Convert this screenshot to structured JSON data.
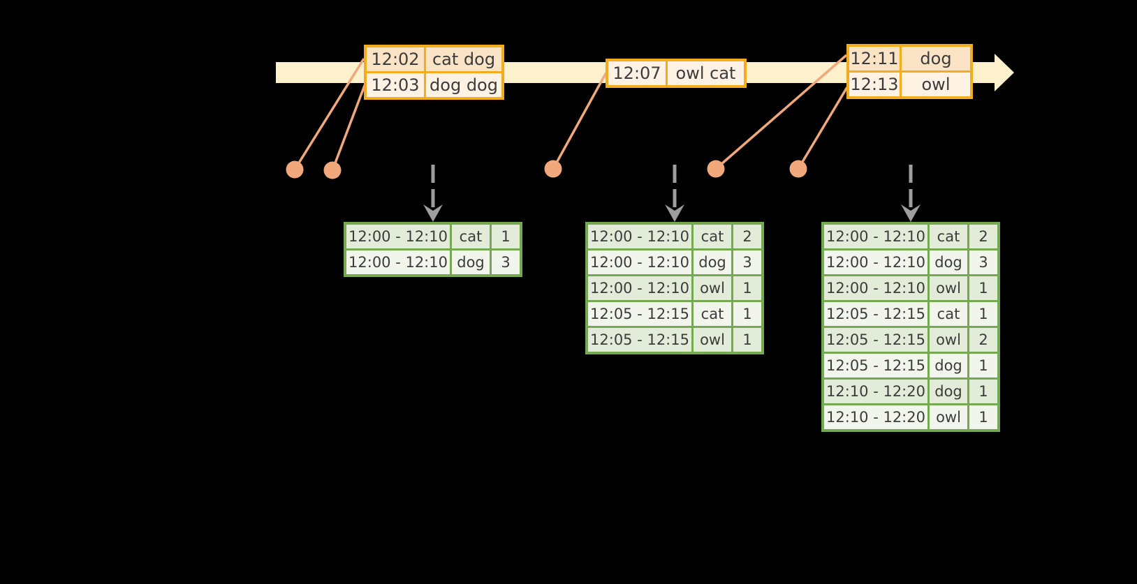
{
  "colors": {
    "background": "#000000",
    "timeline_fill": "#fdf0cd",
    "event_box_border": "#f2ac1e",
    "event_row_dark": "#fbe3c5",
    "event_row_light": "#fdf2e4",
    "arrival_connector": "#f1a87a",
    "trigger_arrow_gray": "#9e9e9e",
    "table_border_green": "#74a952",
    "table_row_dark": "#e3ecd8",
    "table_row_light": "#f1f5ec",
    "text": "#3c3c3c"
  },
  "timeline": {
    "event_groups": [
      {
        "events": [
          {
            "time": "12:02",
            "words": "cat dog"
          },
          {
            "time": "12:03",
            "words": "dog dog"
          }
        ]
      },
      {
        "events": [
          {
            "time": "12:07",
            "words": "owl cat"
          }
        ]
      },
      {
        "events": [
          {
            "time": "12:11",
            "words": "dog"
          },
          {
            "time": "12:13",
            "words": "owl"
          }
        ]
      }
    ]
  },
  "result_tables": [
    {
      "rows": [
        {
          "window": "12:00 - 12:10",
          "word": "cat",
          "count": "1"
        },
        {
          "window": "12:00 - 12:10",
          "word": "dog",
          "count": "3"
        }
      ]
    },
    {
      "rows": [
        {
          "window": "12:00 - 12:10",
          "word": "cat",
          "count": "2"
        },
        {
          "window": "12:00 - 12:10",
          "word": "dog",
          "count": "3"
        },
        {
          "window": "12:00 - 12:10",
          "word": "owl",
          "count": "1"
        },
        {
          "window": "12:05 - 12:15",
          "word": "cat",
          "count": "1"
        },
        {
          "window": "12:05 - 12:15",
          "word": "owl",
          "count": "1"
        }
      ]
    },
    {
      "rows": [
        {
          "window": "12:00 - 12:10",
          "word": "cat",
          "count": "2"
        },
        {
          "window": "12:00 - 12:10",
          "word": "dog",
          "count": "3"
        },
        {
          "window": "12:00 - 12:10",
          "word": "owl",
          "count": "1"
        },
        {
          "window": "12:05 - 12:15",
          "word": "cat",
          "count": "1"
        },
        {
          "window": "12:05 - 12:15",
          "word": "owl",
          "count": "2"
        },
        {
          "window": "12:05 - 12:15",
          "word": "dog",
          "count": "1"
        },
        {
          "window": "12:10 - 12:20",
          "word": "dog",
          "count": "1"
        },
        {
          "window": "12:10 - 12:20",
          "word": "owl",
          "count": "1"
        }
      ]
    }
  ]
}
